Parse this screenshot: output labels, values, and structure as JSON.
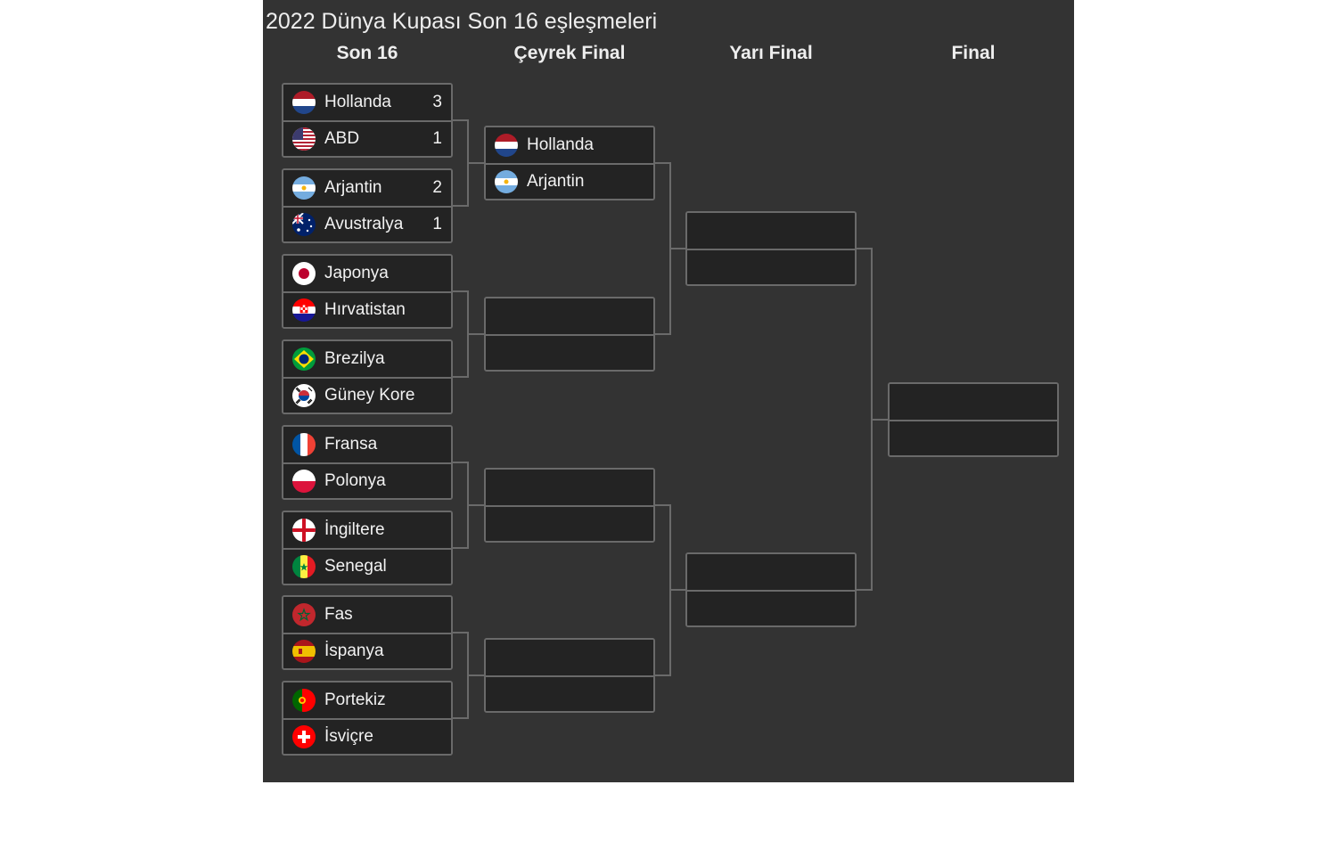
{
  "title": "2022 Dünya Kupası Son 16 eşleşmeleri",
  "rounds": [
    "Son 16",
    "Çeyrek Final",
    "Yarı Final",
    "Final"
  ],
  "round_of_16": [
    {
      "home": {
        "name": "Hollanda",
        "flag": "netherlands-flag",
        "score": "3"
      },
      "away": {
        "name": "ABD",
        "flag": "usa-flag",
        "score": "1"
      }
    },
    {
      "home": {
        "name": "Arjantin",
        "flag": "argentina-flag",
        "score": "2"
      },
      "away": {
        "name": "Avustralya",
        "flag": "australia-flag",
        "score": "1"
      }
    },
    {
      "home": {
        "name": "Japonya",
        "flag": "japan-flag",
        "score": ""
      },
      "away": {
        "name": "Hırvatistan",
        "flag": "croatia-flag",
        "score": ""
      }
    },
    {
      "home": {
        "name": "Brezilya",
        "flag": "brazil-flag",
        "score": ""
      },
      "away": {
        "name": "Güney Kore",
        "flag": "south-korea-flag",
        "score": ""
      }
    },
    {
      "home": {
        "name": "Fransa",
        "flag": "france-flag",
        "score": ""
      },
      "away": {
        "name": "Polonya",
        "flag": "poland-flag",
        "score": ""
      }
    },
    {
      "home": {
        "name": "İngiltere",
        "flag": "england-flag",
        "score": ""
      },
      "away": {
        "name": "Senegal",
        "flag": "senegal-flag",
        "score": ""
      }
    },
    {
      "home": {
        "name": "Fas",
        "flag": "morocco-flag",
        "score": ""
      },
      "away": {
        "name": "İspanya",
        "flag": "spain-flag",
        "score": ""
      }
    },
    {
      "home": {
        "name": "Portekiz",
        "flag": "portugal-flag",
        "score": ""
      },
      "away": {
        "name": "İsviçre",
        "flag": "switzerland-flag",
        "score": ""
      }
    }
  ],
  "quarter_finals": [
    {
      "home": {
        "name": "Hollanda",
        "flag": "netherlands-flag",
        "score": ""
      },
      "away": {
        "name": "Arjantin",
        "flag": "argentina-flag",
        "score": ""
      }
    },
    {
      "home": {
        "name": "",
        "flag": "",
        "score": ""
      },
      "away": {
        "name": "",
        "flag": "",
        "score": ""
      }
    },
    {
      "home": {
        "name": "",
        "flag": "",
        "score": ""
      },
      "away": {
        "name": "",
        "flag": "",
        "score": ""
      }
    },
    {
      "home": {
        "name": "",
        "flag": "",
        "score": ""
      },
      "away": {
        "name": "",
        "flag": "",
        "score": ""
      }
    }
  ],
  "semi_finals": [
    {
      "home": {
        "name": "",
        "flag": "",
        "score": ""
      },
      "away": {
        "name": "",
        "flag": "",
        "score": ""
      }
    },
    {
      "home": {
        "name": "",
        "flag": "",
        "score": ""
      },
      "away": {
        "name": "",
        "flag": "",
        "score": ""
      }
    }
  ],
  "final": [
    {
      "home": {
        "name": "",
        "flag": "",
        "score": ""
      },
      "away": {
        "name": "",
        "flag": "",
        "score": ""
      }
    }
  ],
  "colors": {
    "panel": "#333333",
    "box": "#232323",
    "border": "#6a6a6a",
    "text": "#f2f2f2",
    "connector": "#6a6a6a"
  }
}
